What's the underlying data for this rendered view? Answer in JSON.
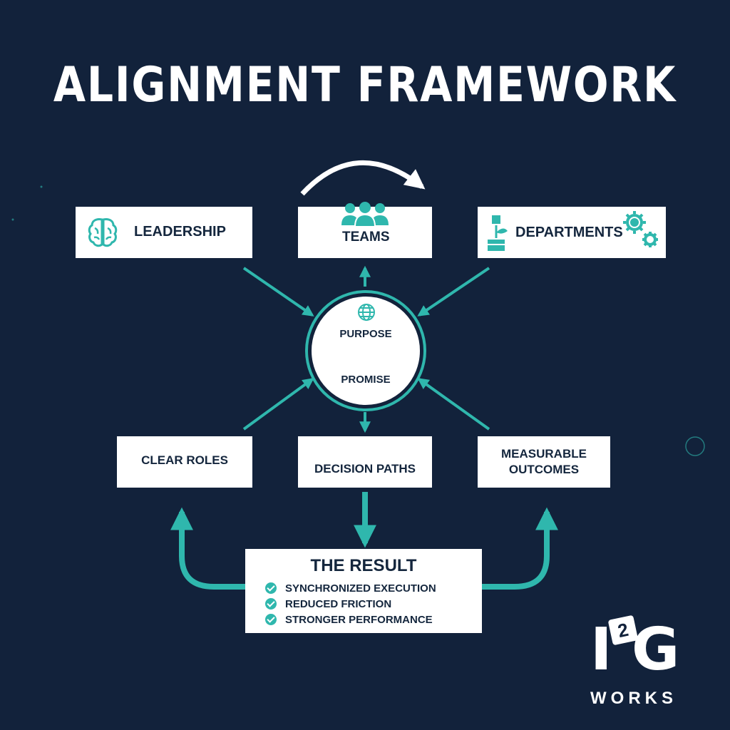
{
  "title": "ALIGNMENT FRAMEWORK",
  "top_boxes": {
    "leadership": {
      "label": "LEADERSHIP",
      "icon": "brain-icon"
    },
    "teams": {
      "label": "TEAMS",
      "icon": "team-icon"
    },
    "departments": {
      "label": "DEPARTMENTS",
      "icon": "gears-icon"
    }
  },
  "center": {
    "icon": "globe-icon",
    "top_word": "PURPOSE",
    "bottom_word": "PROMISE"
  },
  "bottom_boxes": {
    "clear_roles": "CLEAR ROLES",
    "decision_paths": "DECISION PATHS",
    "measurable_outcomes_line1": "MEASURABLE",
    "measurable_outcomes_line2": "OUTCOMES"
  },
  "result": {
    "title": "THE RESULT",
    "items": [
      "SYNCHRONIZED EXECUTION",
      "REDUCED FRICTION",
      "STRONGER PERFORMANCE"
    ]
  },
  "logo": {
    "mark": "I",
    "superscript": "2",
    "letter": "G",
    "word": "WORKS"
  },
  "colors": {
    "background": "#12223b",
    "accent": "#2fb7ad",
    "box": "#ffffff",
    "text_dark": "#14263d"
  }
}
